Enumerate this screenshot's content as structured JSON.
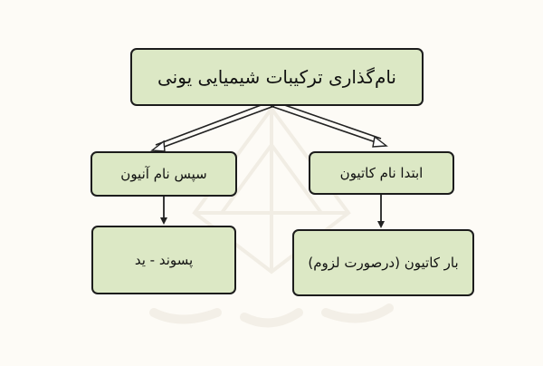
{
  "colors": {
    "background": "#fdfbf6",
    "node_fill": "#dce8c5",
    "node_border": "#1c1c1c",
    "line": "#222222",
    "watermark": "#f0ece3"
  },
  "watermark": {
    "kind": "logo",
    "text": "فرادرس"
  },
  "diagram": {
    "root": {
      "label": "نام‌گذاری ترکیبات شیمیایی یونی"
    },
    "branches": [
      {
        "step": {
          "label": "ابتدا نام کاتیون"
        },
        "detail": {
          "label": "بار کاتیون (درصورت لزوم)"
        }
      },
      {
        "step": {
          "label": "سپس نام آنیون"
        },
        "detail": {
          "label": "پسوند - ید"
        }
      }
    ]
  }
}
